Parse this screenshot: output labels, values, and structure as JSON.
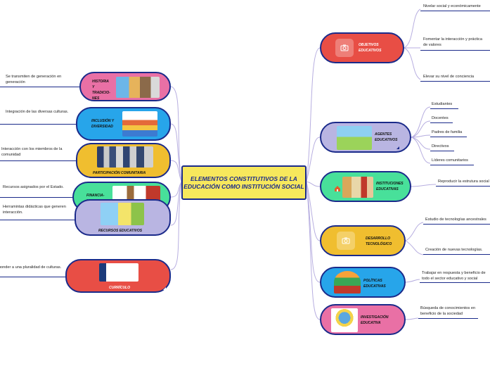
{
  "center": {
    "title": "ELEMENTOS CONSTITUTIVOS DE LA EDUCACIÓN COMO INSTITUCIÓN SOCIAL"
  },
  "left_nodes": [
    {
      "label": "HISTORIA Y TRADICIO-NES",
      "color": "#e970a5",
      "leaf": "Se transmiten de generación en generación"
    },
    {
      "label": "INCLUSIÓN Y DIVERSIDAD",
      "color": "#27a5ea",
      "leaf": "Integración de las diversas culturas."
    },
    {
      "label": "PARTICIPACIÓN COMUNITARIA",
      "color": "#f0be2f",
      "leaf": "Interacción con los miembros de la comunidad"
    },
    {
      "label": "FINANCIA-MIENTO",
      "color": "#48e09a",
      "leaf": "Recursos asignados por el Estado."
    },
    {
      "label": "RECURSOS EDUCATIVOS",
      "color": "#b9b5e2",
      "leaf": "Herramintas didácticas que generen interacción."
    },
    {
      "label": "CURRÍCULO",
      "color": "#e84e45",
      "leaf": "Responder a una pluralidad de culturas."
    }
  ],
  "right_nodes": [
    {
      "label": "OBJETIVOS EDUCATIVOS",
      "color": "#e84e45",
      "leaves": [
        "Nivelar social y económicamente",
        "Fomentar la interacción y práctica de valores",
        "Elevar su nivel de conciencia"
      ]
    },
    {
      "label": "AGENTES EDUCATIVOS",
      "color": "#b9b5e2",
      "leaves": [
        "Estudiantes",
        "Docentes",
        "Padres de familia",
        "Directivos",
        "Líderes comunitarios"
      ]
    },
    {
      "label": "INSTITUCIONES EDUCATIVAS",
      "color": "#48e09a",
      "leaves": [
        "Reproducir la estrutura social"
      ]
    },
    {
      "label": "DESARROLLO TECNOLÓGICO",
      "color": "#f0be2f",
      "leaves": [
        "Estudio de tecnologías ancestrales",
        "Creación de nuevas tecnologías."
      ]
    },
    {
      "label": "POLÍTICAS EDUCATIVAS",
      "color": "#27a5ea",
      "leaves": [
        "Trabajar en respuesta y beneficio de todo el sector educativo y social"
      ]
    },
    {
      "label": "INVESTIGACIÓN EDUCATIVA",
      "color": "#e970a5",
      "leaves": [
        "Búsqueda de conocimientos en beneficio de la sociedad"
      ]
    }
  ],
  "images": {
    "historia": "collage-icon",
    "inclusion": "people-icon",
    "participacion": "group-photo-icon",
    "financiamiento": "money-flow-icon",
    "recursos": "teaching-materials-icon",
    "curriculo": "document-icon",
    "objetivos": "camera-icon",
    "agentes": "school-children-icon",
    "instituciones": "school-buildings-icon",
    "desarrollo": "camera-icon",
    "politicas": "policy-tree-icon",
    "investigacion": "research-icon"
  },
  "colors": {
    "outline": "#1a2a8a",
    "link": "#b7aee0",
    "center": "#f7e85c"
  }
}
